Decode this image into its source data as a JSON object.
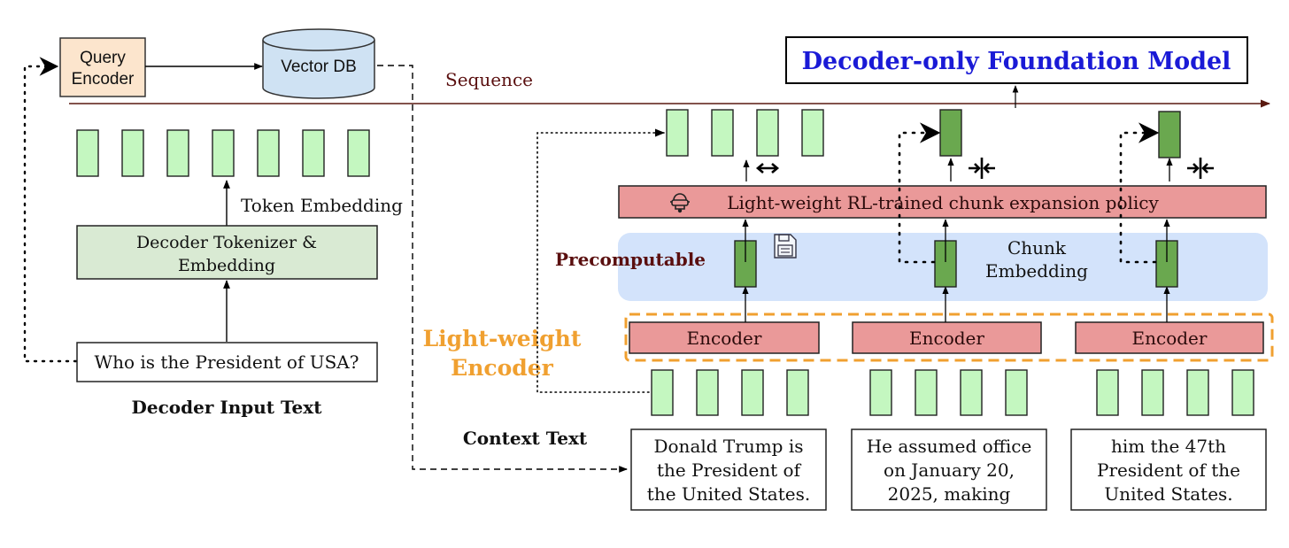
{
  "retrieval": {
    "query_encoder": [
      "Query",
      "Encoder"
    ],
    "vector_db": "Vector DB"
  },
  "sequence_label": "Sequence",
  "decoder_model": "Decoder-only Foundation Model",
  "decoder_side": {
    "token_embedding_label": "Token Embedding",
    "tokenizer_box": [
      "Decoder Tokenizer &",
      "Embedding"
    ],
    "input_text": "Who is the President of USA?",
    "section_label": "Decoder Input Text",
    "token_count": 7
  },
  "policy_bar": "Light-weight RL-trained chunk expansion policy",
  "precomputable_label": "Precomputable",
  "chunk_embedding_label": [
    "Chunk",
    "Embedding"
  ],
  "light_encoder_label": [
    "Light-weight",
    "Encoder"
  ],
  "context_label": "Context Text",
  "chunks": [
    {
      "encoder": "Encoder",
      "text": [
        "Donald Trump is",
        "the President of",
        "the United States."
      ],
      "action": "expand"
    },
    {
      "encoder": "Encoder",
      "text": [
        "He assumed office",
        "on January 20,",
        "2025, making"
      ],
      "action": "compress"
    },
    {
      "encoder": "Encoder",
      "text": [
        "him the 47th",
        "President of the",
        "United States."
      ],
      "action": "compress"
    }
  ],
  "colors": {
    "token_light": "#c4f7c0",
    "token_dark": "#6aa84f",
    "encoder_red": "#ea9999",
    "tokenizer_green": "#d9ead3",
    "query_orange": "#fce5cd",
    "db_blue": "#cfe2f3",
    "precompute_blue": "#d3e3fb",
    "title_blue": "#1a1ad6",
    "orange_accent": "#f0a030",
    "maroon": "#5a0f0f"
  }
}
